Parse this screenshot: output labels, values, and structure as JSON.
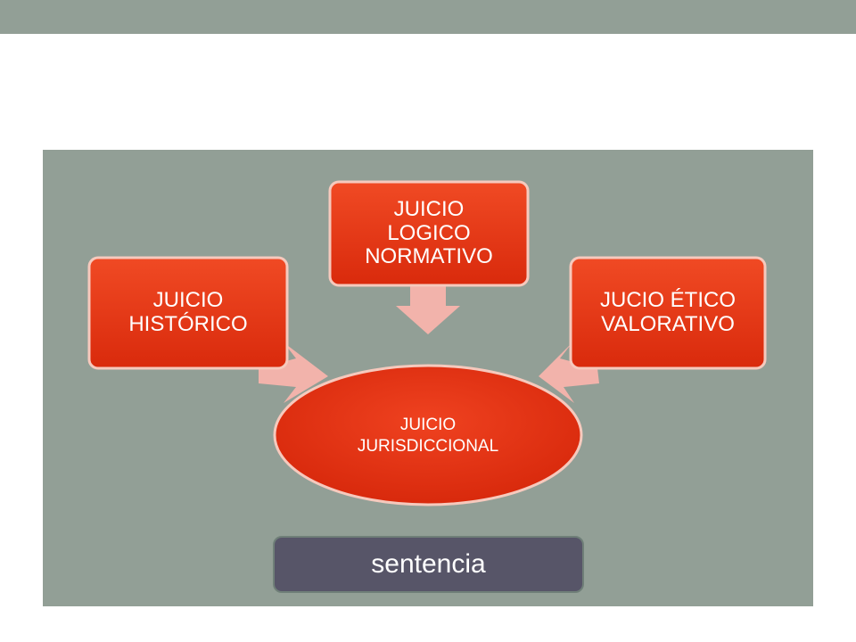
{
  "diagram": {
    "nodes": {
      "left": {
        "line1": "JUICIO",
        "line2": "HISTÓRICO"
      },
      "top": {
        "line1": "JUICIO",
        "line2": "LOGICO",
        "line3": "NORMATIVO"
      },
      "right": {
        "line1": "JUCIO ÉTICO",
        "line2": "VALORATIVO"
      },
      "center": {
        "line1": "JUICIO",
        "line2": "JURISDICCIONAL"
      }
    },
    "result": {
      "label": "sentencia"
    }
  },
  "colors": {
    "background": "#ffffff",
    "panel": "#929f96",
    "box_fill": "#e83515",
    "box_border": "#f6c9bd",
    "arrow": "#f2b3ab",
    "result_fill": "#575568"
  }
}
